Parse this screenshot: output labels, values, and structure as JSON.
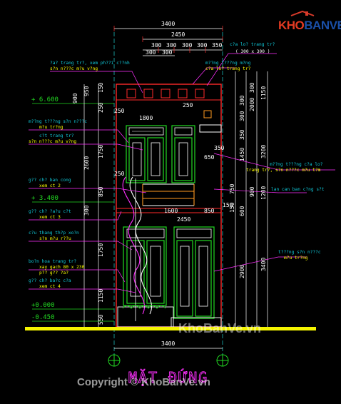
{
  "brand": {
    "logo_text": "KHOBANVE",
    "logo_kho": "KHO",
    "logo_banve": "BANVE"
  },
  "watermarks": {
    "mid": "KhoBanVe.vn",
    "copyright": "Copyright © KhoBanVe.vn"
  },
  "title": "MẶT ĐỨNG",
  "dims": {
    "total_top": "3400",
    "inner_top": "2450",
    "seg": [
      "300",
      "300",
      "300",
      "300",
      "350"
    ],
    "seg2": [
      "300",
      "300"
    ],
    "total_bottom": "3400",
    "d1800": "1800",
    "d1600": "1600",
    "d850a": "850",
    "d2450b": "2450",
    "d350": "350",
    "d650": "650",
    "d250a": "250",
    "d250b": "250",
    "d250c": "250",
    "d150": "150"
  },
  "left_dims": [
    "900",
    "950",
    "150",
    "250",
    "1750",
    "2600",
    "850",
    "300",
    "1750",
    "1150",
    "550"
  ],
  "right_dims": [
    "1150",
    "300",
    "300",
    "2000",
    "300",
    "350",
    "1450",
    "3200",
    "750",
    "1200",
    "900",
    "600",
    "2900",
    "3400",
    "150"
  ],
  "levels": [
    "+ 6.600",
    "+ 3.400",
    "+0.000",
    "-0.450"
  ],
  "notes_left": [
    {
      "l1": "?a? trang tr?, xem ph??i c??nh",
      "l2": "s?n n???c m?u v?ng"
    },
    {
      "l1": "m??ng t???ng s?n n???c",
      "l2": "m?u tr?ng"
    },
    {
      "l1": "c?t trang tr?",
      "l2": "s?n n???c m?u v?ng"
    },
    {
      "l1": "g?? ch? ban cong",
      "l2": "xem ct 2"
    },
    {
      "l1": "g?? ch? ?a?u c?t",
      "l2": "xem ct 3"
    },
    {
      "l1": "c?u thang th?p xo?n",
      "l2": "s?n m?u r??u"
    },
    {
      "l1": "bo?n hoa trang tr?",
      "l2": "xay gach 80 x 230",
      "l3": "p?? g?? ?a?"
    },
    {
      "l1": "g?? ch? ba?c c?a",
      "l2": "xem ct 4"
    }
  ],
  "notes_right": [
    {
      "l1": "c?a lo? trang tr?",
      "l2": "( 300 x 300 )"
    },
    {
      "l1": "m??ng t???ng m?ng",
      "l2": "c?a lo? trang tr?"
    },
    {
      "l1": "m??ng t???ng c?a lo?",
      "l2": "trang tr?, s?n n???c m?u t?m"
    },
    {
      "l1": "lan can ban c?ng s?t"
    },
    {
      "l1": "t???ng s?n n???c",
      "l2": "m?u tr?ng"
    }
  ],
  "colors": {
    "wall": "#ff1e1e",
    "green": "#22d822",
    "white": "#e8e8e8",
    "yellow": "#ffff00",
    "cyan": "#10c8d8",
    "magenta": "#ff30ff",
    "orange": "#ff9a20",
    "ground": "#f4f400"
  }
}
